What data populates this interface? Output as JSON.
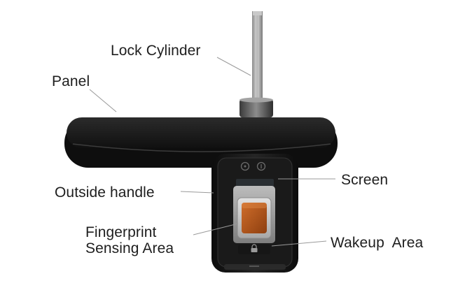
{
  "labels": {
    "lock_cylinder": "Lock Cylinder",
    "panel": "Panel",
    "outside_handle": "Outside handle",
    "fingerprint_line1": "Fingerprint",
    "fingerprint_line2": "Sensing Area",
    "screen": "Screen",
    "wakeup_area": "Wakeup  Area"
  },
  "colors": {
    "background": "#ffffff",
    "panel_body": "#141414",
    "sensor_window": "#b2581c",
    "pointer_lines": "#9a9a9a"
  },
  "icons": [
    "lock-icon"
  ]
}
